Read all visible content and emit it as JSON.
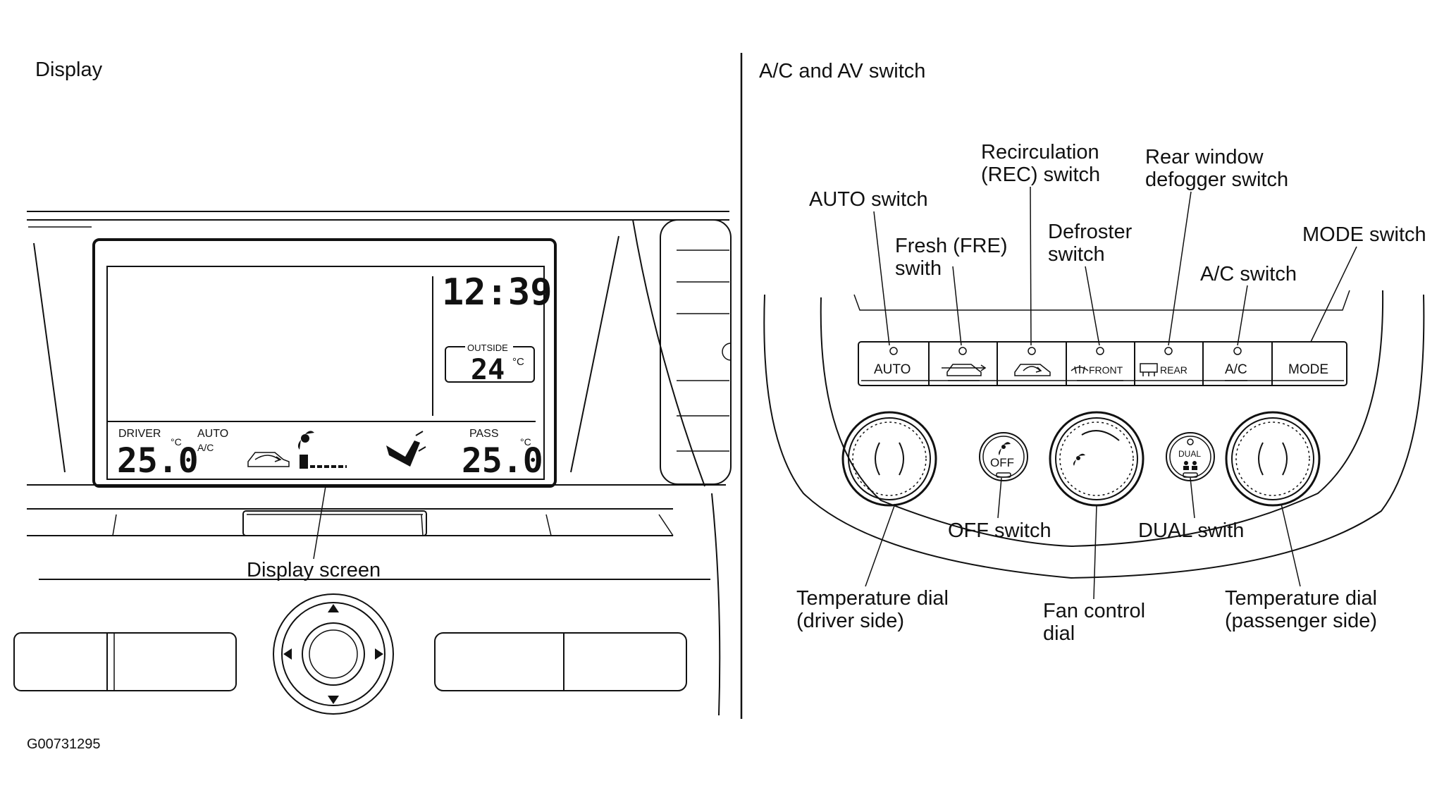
{
  "left_panel": {
    "title": "Display",
    "clock": "12:39",
    "outside_label": "OUTSIDE",
    "outside_temp": "24",
    "unit": "°C",
    "driver_label": "DRIVER",
    "auto_label": "AUTO",
    "ac_label": "A/C",
    "pass_label": "PASS",
    "driver_temp": "25.0",
    "pass_temp": "25.0",
    "display_screen_label": "Display screen"
  },
  "right_panel": {
    "title": "A/C and AV switch",
    "buttons": {
      "auto": "AUTO",
      "front": "FRONT",
      "rear": "REAR",
      "ac": "A/C",
      "mode": "MODE",
      "off": "OFF",
      "dual": "DUAL"
    },
    "callouts": {
      "auto_switch": "AUTO switch",
      "fresh_1": "Fresh (FRE)",
      "fresh_2": "swith",
      "recirc_1": "Recirculation",
      "recirc_2": "(REC) switch",
      "defroster_1": "Defroster",
      "defroster_2": "switch",
      "rear_1": "Rear window",
      "rear_2": "defogger switch",
      "ac_switch": "A/C switch",
      "mode_switch": "MODE switch",
      "off_switch": "OFF switch",
      "dual_switch": "DUAL swith",
      "temp_driver_1": "Temperature dial",
      "temp_driver_2": "(driver side)",
      "fan_1": "Fan control",
      "fan_2": "dial",
      "temp_pass_1": "Temperature dial",
      "temp_pass_2": "(passenger side)"
    }
  },
  "figure_id": "G00731295"
}
